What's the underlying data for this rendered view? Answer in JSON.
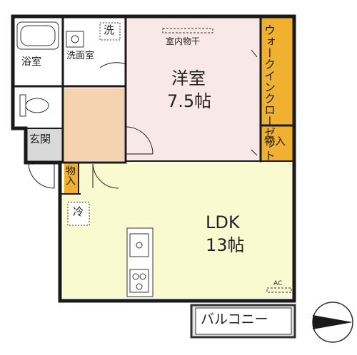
{
  "rooms": {
    "bath": "浴室",
    "washroom": "洗面室",
    "washer": "洗",
    "drying_rack": "室内物干",
    "western_room_name": "洋室",
    "western_room_size": "7.5帖",
    "walk_in_closet": "ウォークインクローゼット",
    "storage_upper": "物入",
    "storage_lower": "物入",
    "entrance": "玄関",
    "fridge": "冷",
    "ldk_name": "LDK",
    "ldk_size": "13帖",
    "aircon": "AC",
    "balcony": "バルコニー"
  },
  "colors": {
    "western_room": "#f8e8e8",
    "ldk": "#fafad0",
    "hall": "#f5d2b0",
    "storage": "#f0b030",
    "entrance": "#d9d9d9",
    "balcony_fill": "#e6e6e6",
    "wet_area": "#ffffff",
    "wall": "#1a1a1a"
  },
  "icons": [
    "compass-icon",
    "bathtub-icon",
    "toilet-icon",
    "sink-icon",
    "stove-icon"
  ]
}
